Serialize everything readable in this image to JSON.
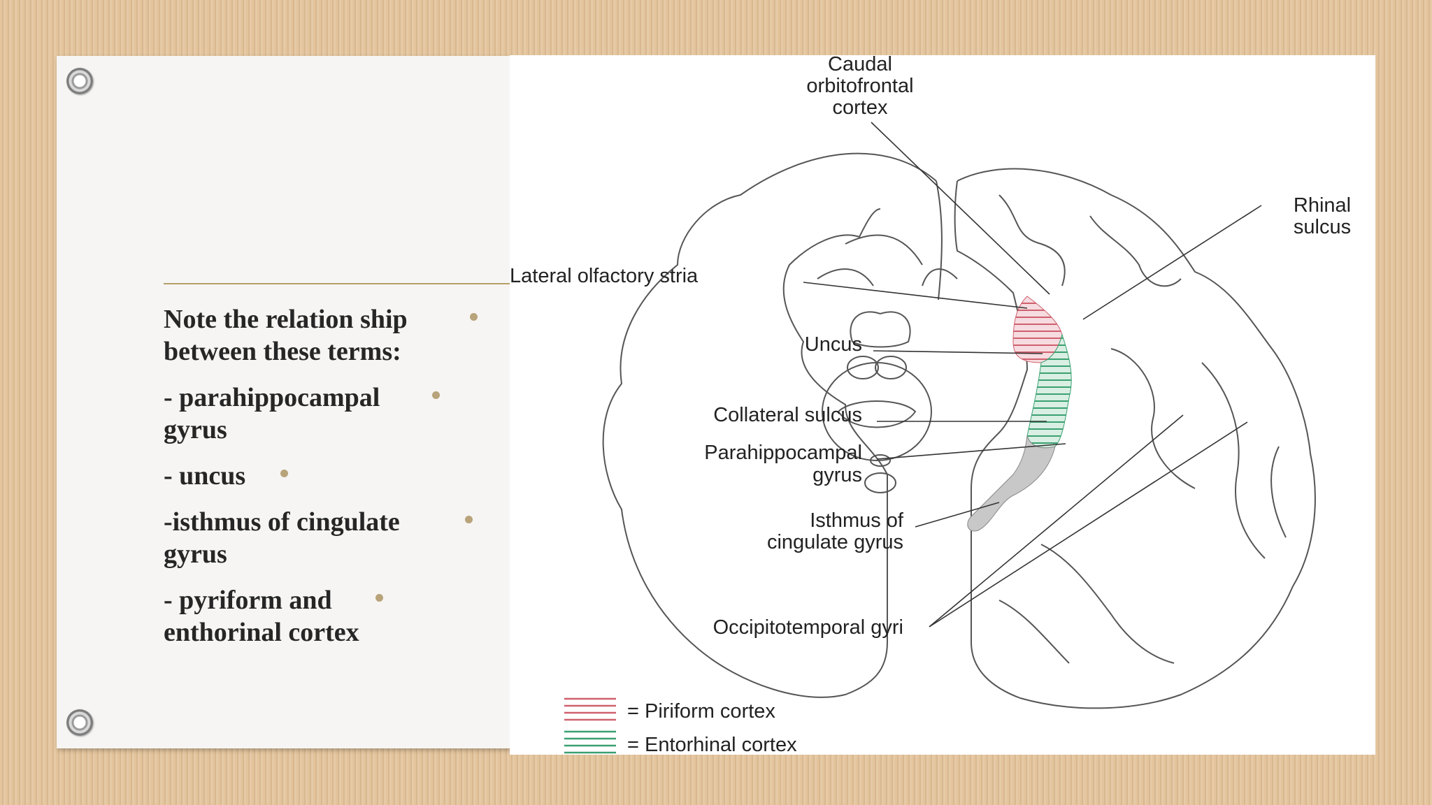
{
  "slide": {
    "bullets": [
      {
        "line1": "Note the relation ship",
        "line2": "between these terms:"
      },
      {
        "line1": "- parahippocampal",
        "line2": "gyrus"
      },
      {
        "line1": "- uncus",
        "line2": ""
      },
      {
        "line1": "-isthmus of  cingulate",
        "line2": "gyrus"
      },
      {
        "line1": "- pyriform and",
        "line2": "enthorinal cortex"
      }
    ]
  },
  "figure": {
    "labels": {
      "caudal_1": "Caudal",
      "caudal_2": "orbitofrontal",
      "caudal_3": "cortex",
      "rhinal_1": "Rhinal",
      "rhinal_2": "sulcus",
      "lateral_olfactory": "Lateral olfactory stria",
      "uncus": "Uncus",
      "collateral": "Collateral sulcus",
      "parahip_1": "Parahippocampal",
      "parahip_2": "gyrus",
      "isthmus_1": "Isthmus of",
      "isthmus_2": "cingulate gyrus",
      "occipito": "Occipitotemporal gyri"
    },
    "legend": [
      {
        "text": "= Piriform cortex",
        "color": "#d0606e"
      },
      {
        "text": "= Entorhinal cortex",
        "color": "#3aa071"
      }
    ],
    "colors": {
      "piriform": "#d0606e",
      "entorhinal": "#3aa071",
      "parahippocampal_fill": "#c8c8c8"
    }
  }
}
